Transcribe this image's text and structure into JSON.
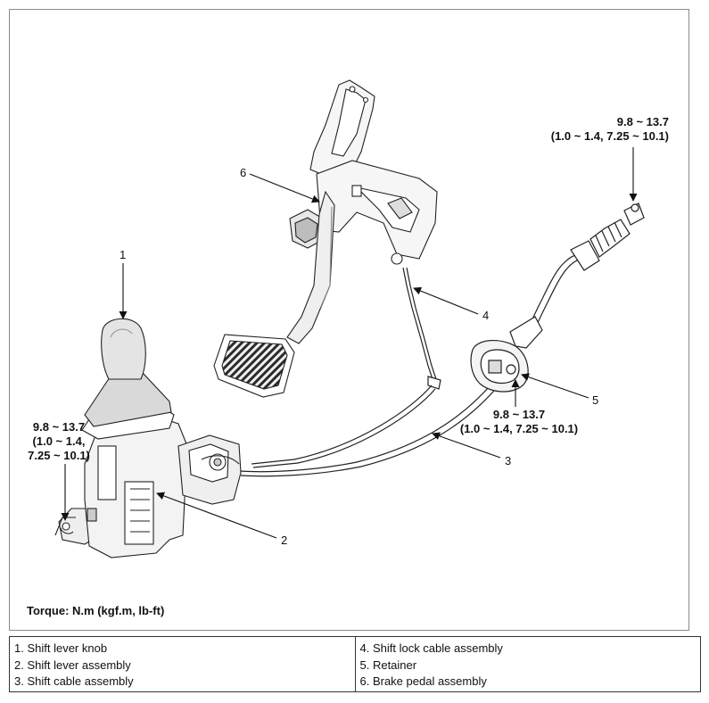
{
  "callouts": {
    "c1": "1",
    "c2": "2",
    "c3": "3",
    "c4": "4",
    "c5": "5",
    "c6": "6"
  },
  "torque": {
    "top_right": {
      "line1": "9.8 ~ 13.7",
      "line2": "(1.0 ~ 1.4, 7.25 ~ 10.1)"
    },
    "left": {
      "line1": "9.8 ~ 13.7",
      "line2": "(1.0 ~ 1.4,",
      "line3": "7.25 ~ 10.1)"
    },
    "middle": {
      "line1": "9.8 ~ 13.7",
      "line2": "(1.0 ~ 1.4, 7.25 ~ 10.1)"
    },
    "units_note": "Torque: N.m (kgf.m, lb-ft)"
  },
  "legend": {
    "left": [
      "1. Shift lever knob",
      "2. Shift lever assembly",
      "3. Shift cable assembly"
    ],
    "right": [
      "4. Shift lock cable assembly",
      "5. Retainer",
      "6. Brake pedal assembly"
    ]
  }
}
